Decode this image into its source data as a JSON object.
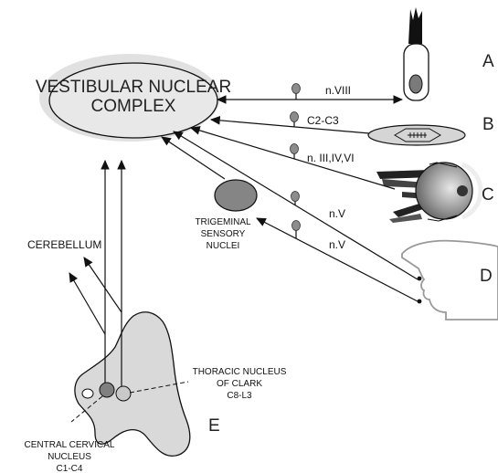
{
  "complex": {
    "line1": "VESTIBULAR NUCLEAR",
    "line2": "COMPLEX"
  },
  "letters": {
    "a": "A",
    "b": "B",
    "c": "C",
    "d": "D",
    "e": "E"
  },
  "nerves": {
    "viii": "n.VIII",
    "cervical": "C2-C3",
    "ocular": "n. III,IV,VI",
    "v_upper": "n.V",
    "v_lower": "n.V"
  },
  "trigeminal": {
    "line1": "TRIGEMINAL",
    "line2": "SENSORY",
    "line3": "NUCLEI"
  },
  "cerebellum": "CEREBELLUM",
  "clark": {
    "line1": "THORACIC NUCLEUS",
    "line2": "OF CLARK",
    "line3": "C8-L3"
  },
  "central_cervical": {
    "line1": "CENTRAL CERVICAL",
    "line2": "NUCLEUS",
    "line3": "C1-C4"
  },
  "colors": {
    "complex_fill": "#e8e8e8",
    "ganglion": "#8c8c8c",
    "trigeminal_fill": "#858585",
    "cord_fill": "#d9d9d9",
    "dark_nucleus": "#808080",
    "light_nucleus": "#c9c9c9"
  }
}
